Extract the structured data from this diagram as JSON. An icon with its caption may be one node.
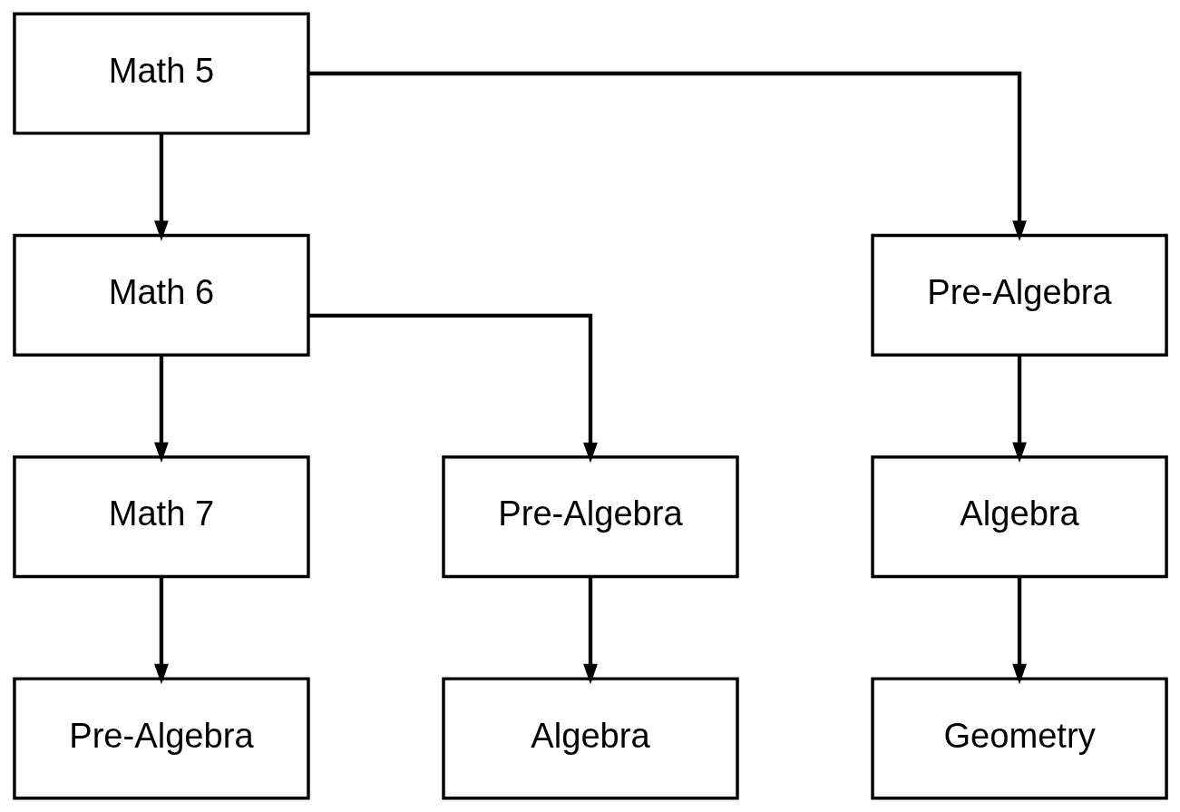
{
  "diagram": {
    "nodes": [
      {
        "text": [
          "Math 5"
        ]
      },
      {
        "text": [
          "Math 6"
        ]
      },
      {
        "text": [
          "Pre-Algebra"
        ]
      },
      {
        "text": [
          "Math 7"
        ]
      },
      {
        "text": [
          "Pre-Algebra"
        ]
      },
      {
        "text": [
          "Algebra"
        ]
      },
      {
        "text": [
          "Pre-Algebra"
        ]
      },
      {
        "text": [
          "Algebra"
        ]
      },
      {
        "text": [
          "Geometry"
        ]
      }
    ],
    "edges": [
      {
        "from": 0,
        "to": 1,
        "arrow": "to"
      },
      {
        "from": 0,
        "to": 2,
        "arrow": "to"
      },
      {
        "from": 1,
        "to": 3,
        "arrow": "to"
      },
      {
        "from": 1,
        "to": 4,
        "arrow": "to"
      },
      {
        "from": 2,
        "to": 5,
        "arrow": "to"
      },
      {
        "from": 3,
        "to": 6,
        "arrow": "to"
      },
      {
        "from": 4,
        "to": 7,
        "arrow": "to"
      },
      {
        "from": 5,
        "to": 8,
        "arrow": "to"
      }
    ]
  }
}
